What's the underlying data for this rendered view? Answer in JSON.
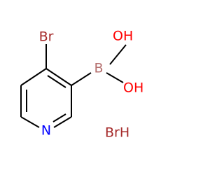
{
  "structure": {
    "atoms": {
      "br_ring": "Br",
      "boron": "B",
      "oh_upper": "OH",
      "oh_lower": "OH",
      "nitrogen": "N",
      "hbr": "BrH"
    },
    "colors": {
      "bromine": "#a52a2a",
      "boron": "#b5706f",
      "oxygen": "#ff0000",
      "nitrogen": "#0000ff",
      "bond": "#000000"
    }
  }
}
